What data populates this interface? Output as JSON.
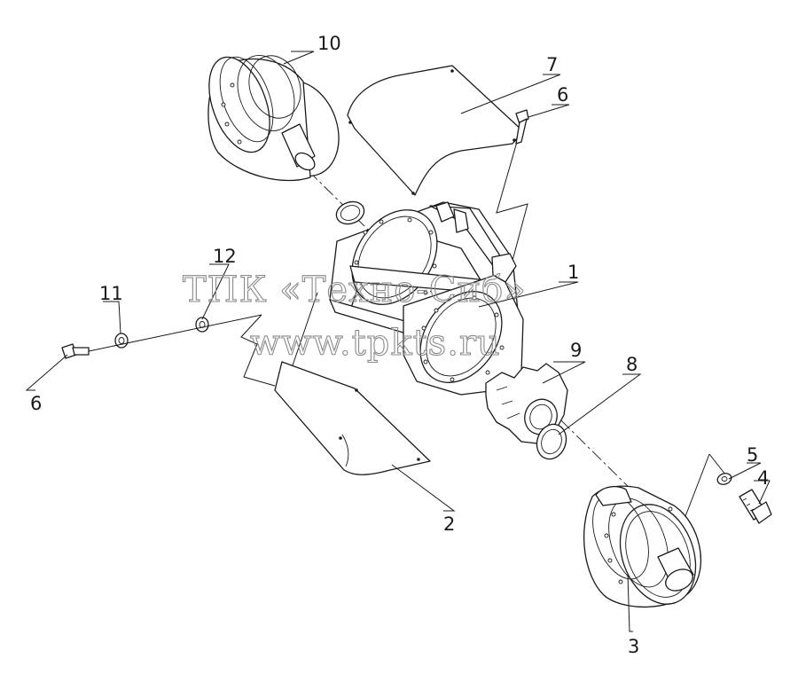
{
  "watermark": {
    "line1": "ТПК «Техно-Сиб»",
    "line2": "www.tpkts.ru"
  },
  "callouts": {
    "p1": "1",
    "p2": "2",
    "p3": "3",
    "p4": "4",
    "p5": "5",
    "p6_top": "6",
    "p6_left": "6",
    "p7": "7",
    "p8": "8",
    "p9": "9",
    "p10": "10",
    "p11": "11",
    "p12": "12"
  },
  "colors": {
    "line": "#1a1a1a",
    "watermark": "#8a8a8a",
    "background": "#ffffff"
  }
}
